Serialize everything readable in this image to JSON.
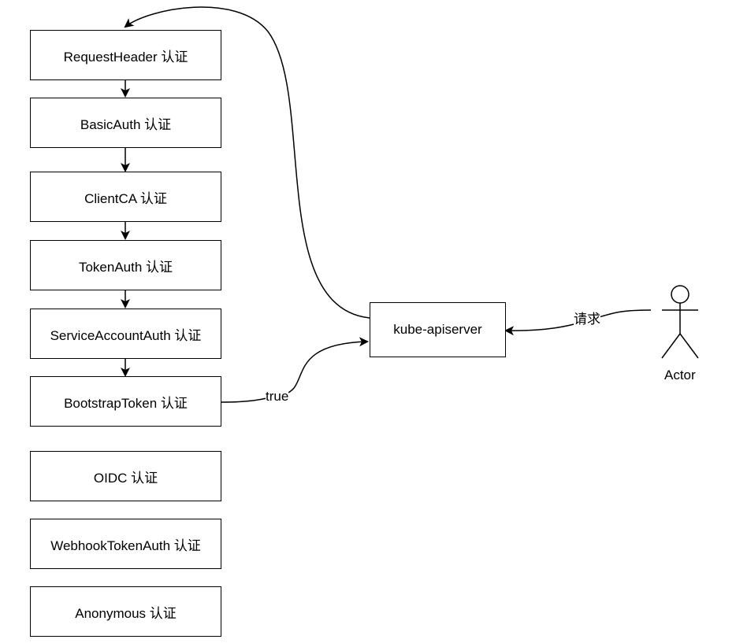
{
  "authenticators": [
    "RequestHeader 认证",
    "BasicAuth 认证",
    "ClientCA 认证",
    "TokenAuth 认证",
    "ServiceAccountAuth 认证",
    "BootstrapToken 认证",
    "OIDC 认证",
    "WebhookTokenAuth 认证",
    "Anonymous 认证"
  ],
  "server": {
    "label": "kube-apiserver"
  },
  "actor": {
    "label": "Actor"
  },
  "edges": {
    "request_label": "请求",
    "true_label": "true"
  }
}
